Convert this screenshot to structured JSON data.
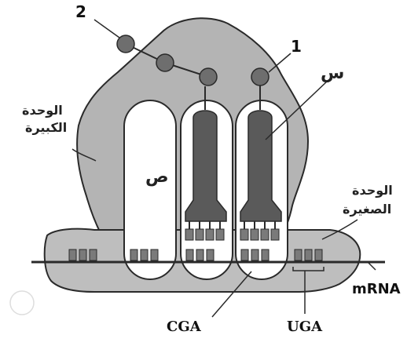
{
  "labels": {
    "large_subunit_line1": "الوحدة",
    "large_subunit_line2": "الكبيرة",
    "small_subunit_line1": "الوحدة",
    "small_subunit_line2": "الصغيرة",
    "site_x": "س",
    "site_y": "ص",
    "num_1": "1",
    "num_2": "2",
    "mrna": "mRNA",
    "codon_cga": "CGA",
    "codon_uga": "UGA"
  },
  "colors": {
    "large_subunit": "#b4b4b4",
    "small_subunit": "#bebebe",
    "trna": "#5a5a5a",
    "amino_acid": "#6e6e6e",
    "outline": "#2a2a2a",
    "codon_box": "#7a7a7a"
  }
}
